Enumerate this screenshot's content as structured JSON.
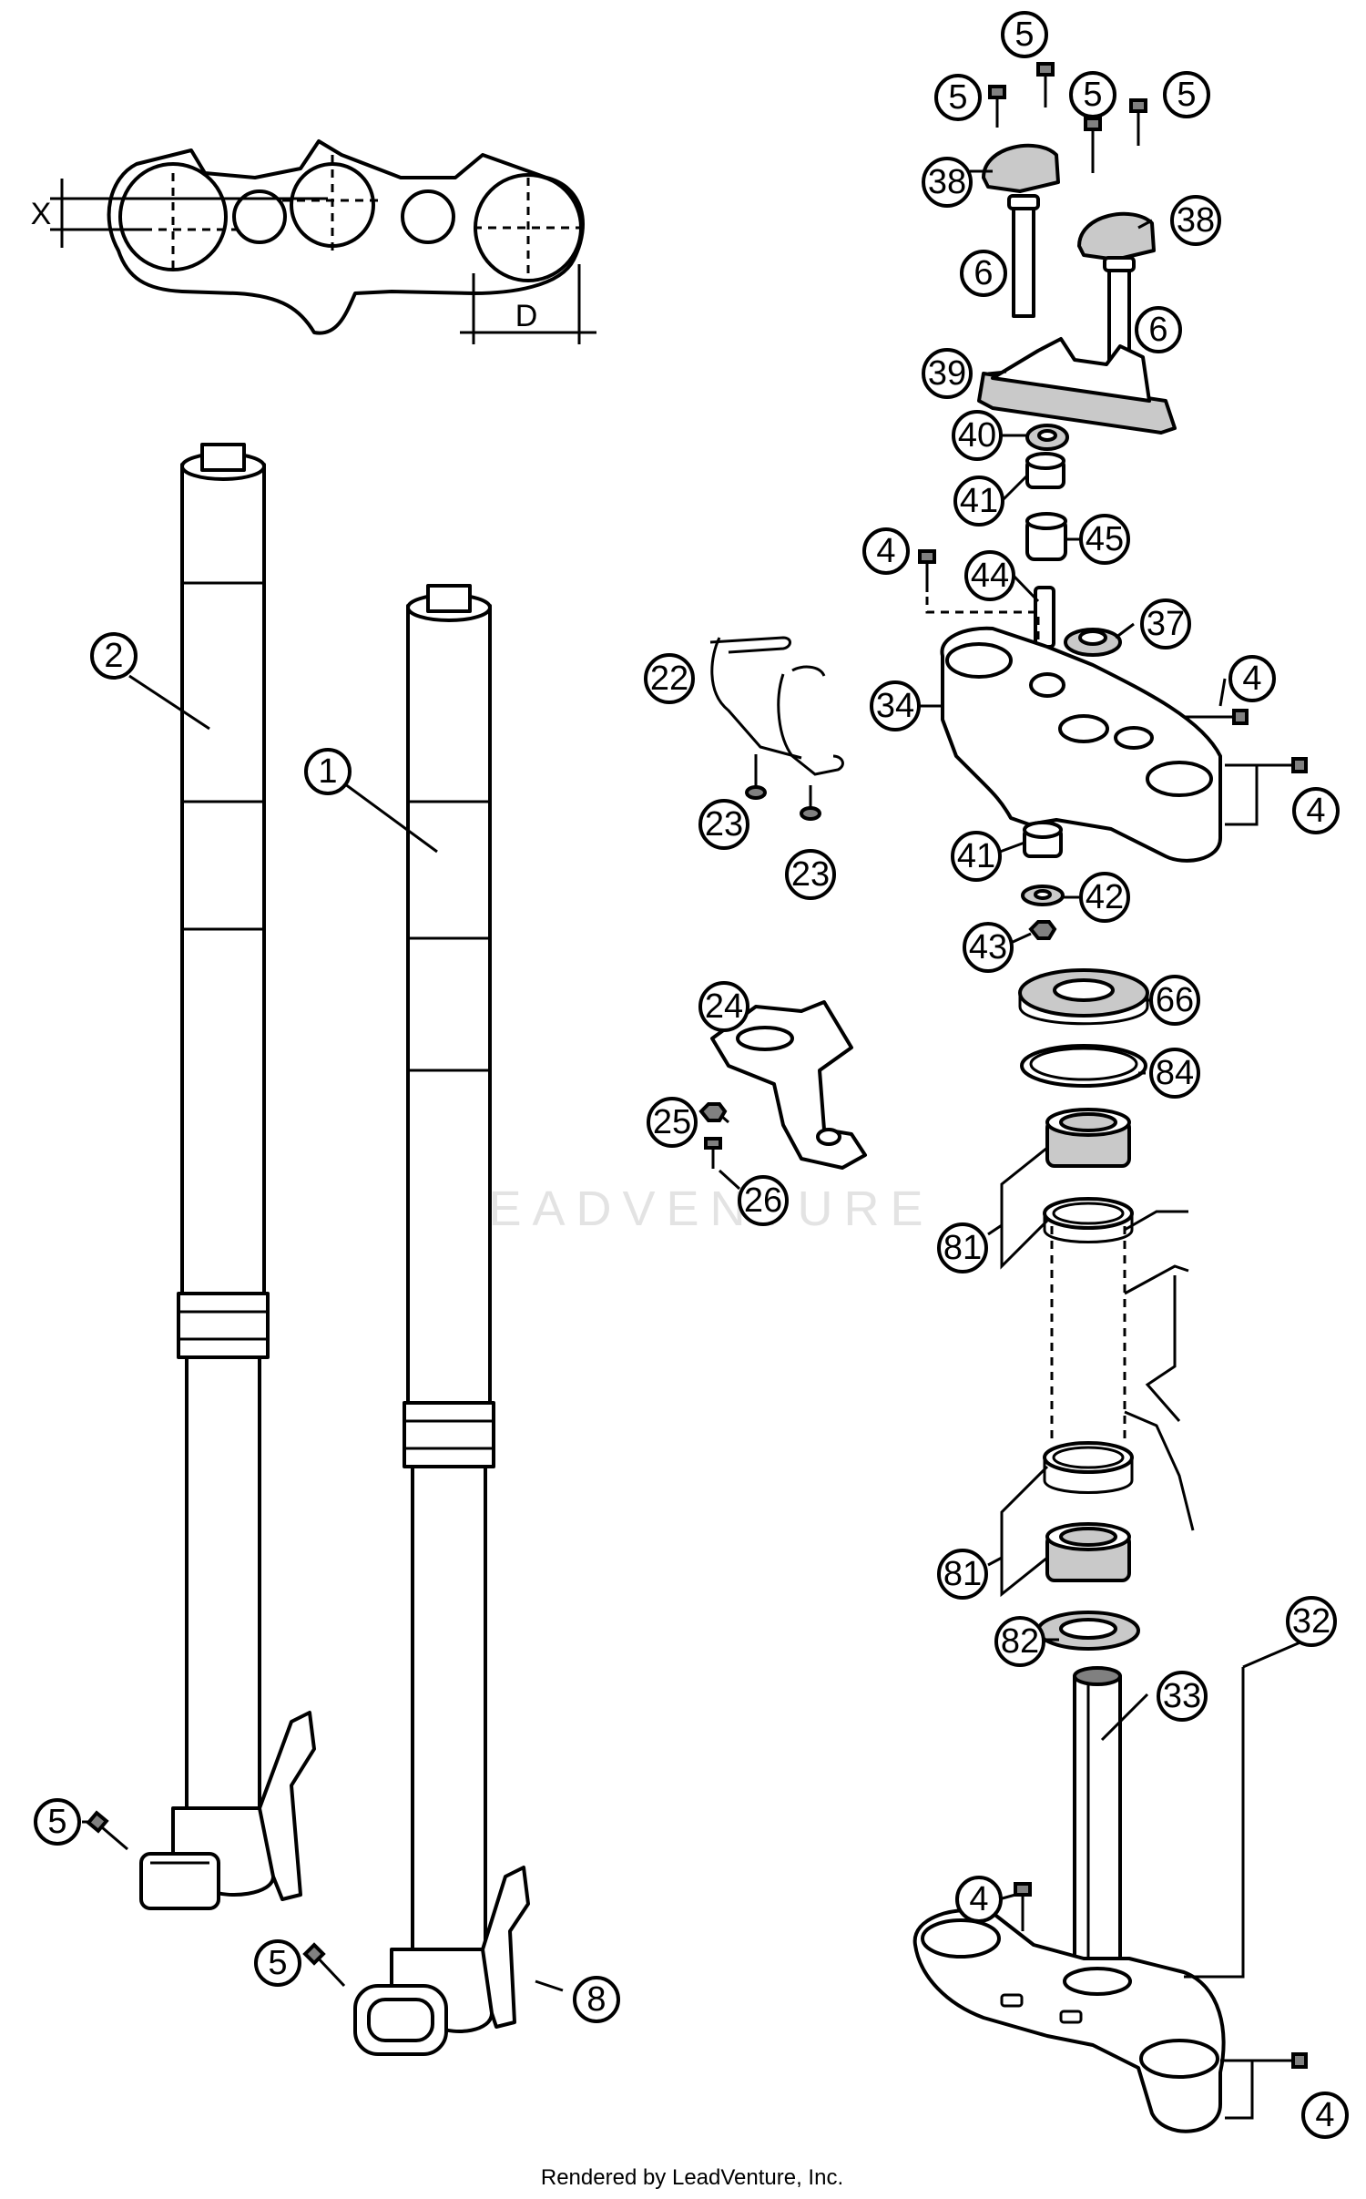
{
  "diagram": {
    "dimension_labels": {
      "x": "X",
      "d": "D"
    },
    "watermark": "LEADVENTURE",
    "footer": "Rendered by LeadVenture, Inc.",
    "callouts": {
      "c1": "1",
      "c2": "2",
      "c5a": "5",
      "c5b": "5",
      "c5c": "5",
      "c5d": "5",
      "c5e": "5",
      "c5f": "5",
      "c38a": "38",
      "c38b": "38",
      "c6a": "6",
      "c6b": "6",
      "c39": "39",
      "c40": "40",
      "c41a": "41",
      "c45": "45",
      "c4a": "4",
      "c44": "44",
      "c37": "37",
      "c4b": "4",
      "c22": "22",
      "c34": "34",
      "c4c": "4",
      "c23a": "23",
      "c23b": "23",
      "c41b": "41",
      "c42": "42",
      "c43": "43",
      "c24": "24",
      "c66": "66",
      "c84": "84",
      "c25": "25",
      "c26": "26",
      "c81a": "81",
      "c81b": "81",
      "c82": "82",
      "c32": "32",
      "c33": "33",
      "c4d": "4",
      "c8": "8",
      "c4e": "4"
    }
  }
}
